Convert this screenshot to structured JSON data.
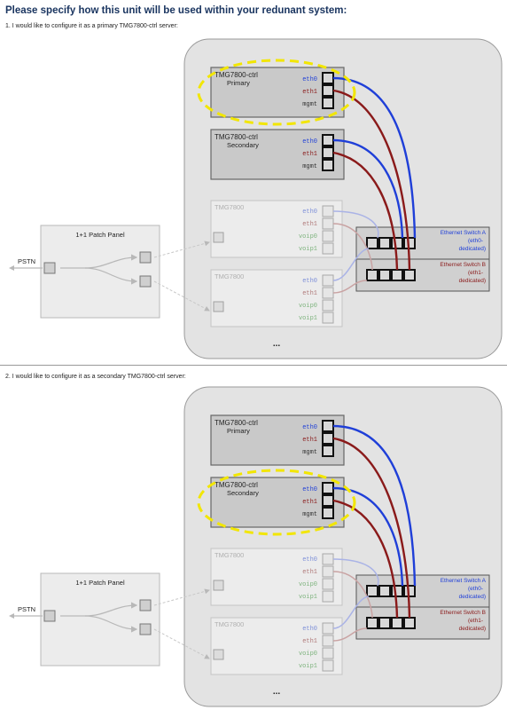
{
  "page": {
    "heading": "Please specify how this unit will be used within your redunant system:"
  },
  "options": [
    {
      "label": "1. I would like to configure it as a primary TMG7800-ctrl server:",
      "highlight": "primary"
    },
    {
      "label": "2. I would like to configure it as a secondary TMG7800-ctrl server:",
      "highlight": "secondary"
    }
  ],
  "diagram": {
    "pstn_label": "PSTN",
    "patch_panel_title": "1+1 Patch Panel",
    "ctrl_primary": {
      "title": "TMG7800-ctrl",
      "subtitle": "Primary"
    },
    "ctrl_secondary": {
      "title": "TMG7800-ctrl",
      "subtitle": "Secondary"
    },
    "tmg_unit_1_title": "TMG7800",
    "tmg_unit_2_title": "TMG7800",
    "port_eth0": "eth0",
    "port_eth1": "eth1",
    "port_mgmt": "mgmt",
    "port_voip0": "voip0",
    "port_voip1": "voip1",
    "switch_a": {
      "title": "Ethernet Switch A",
      "line2": "(eth0-",
      "line3": "dedicated)"
    },
    "switch_b": {
      "title": "Ethernet Switch B",
      "line2": "(eth1-",
      "line3": "dedicated)"
    },
    "ellipsis": "...",
    "colors": {
      "eth0": "#1f3fd8",
      "eth1": "#8a1a1a",
      "voip": "#2e8b2e",
      "highlight": "#f2e600",
      "heading": "#1a3560",
      "chassis_bg": "#e3e3e3"
    }
  }
}
